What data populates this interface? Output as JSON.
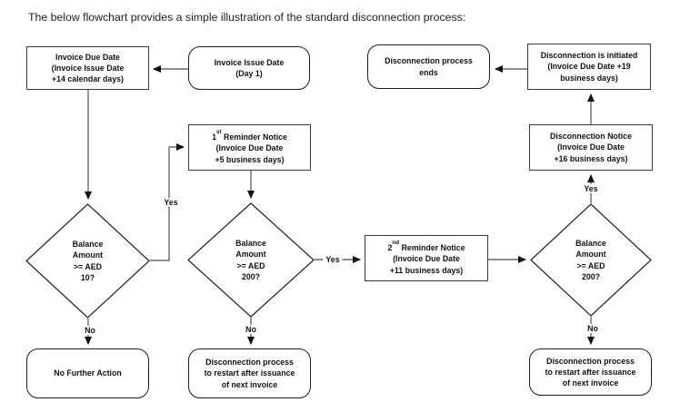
{
  "title": "The below flowchart provides a simple illustration of the standard disconnection process:",
  "labels": {
    "yes": "Yes",
    "no": "No"
  },
  "colors": {
    "box_border": "#3b3b3b",
    "terminal_border": "#1e1e1e",
    "connector_line": "#6a6a6a",
    "arrowhead": "#111111",
    "text": "#111111",
    "background": "#ffffff"
  },
  "nodes": {
    "invoice_due_date": {
      "lines": [
        "Invoice Due Date",
        "(Invoice Issue Date",
        "+14 calendar days)"
      ]
    },
    "invoice_issue_date": {
      "lines": [
        "Invoice Issue Date",
        "(Day 1)"
      ]
    },
    "disconnection_ends": {
      "lines": [
        "Disconnection process",
        "ends"
      ]
    },
    "disconnection_initiated": {
      "lines": [
        "Disconnection is initiated",
        "(Invoice Due Date +19",
        "business days)"
      ]
    },
    "first_reminder": {
      "ordinal": "1",
      "ordinal_suffix": "st",
      "title_rest": " Reminder Notice",
      "lines": [
        "(Invoice Due Date",
        "+5 business days)"
      ]
    },
    "disconnection_notice": {
      "lines": [
        "Disconnection Notice",
        "(Invoice Due Date",
        "+16 business days)"
      ]
    },
    "balance_10": {
      "lines": [
        "Balance",
        "Amount",
        ">= AED",
        "10?"
      ]
    },
    "balance_200_mid": {
      "lines": [
        "Balance",
        "Amount",
        ">= AED",
        "200?"
      ]
    },
    "second_reminder": {
      "ordinal": "2",
      "ordinal_suffix": "nd",
      "title_rest": " Reminder Notice",
      "lines": [
        "(Invoice Due Date",
        "+11 business days)"
      ]
    },
    "balance_200_right": {
      "lines": [
        "Balance",
        "Amount",
        ">= AED",
        "200?"
      ]
    },
    "no_further_action": {
      "lines": [
        "No Further Action"
      ]
    },
    "restart_mid": {
      "lines": [
        "Disconnection process",
        "to restart after issuance",
        "of next invoice"
      ]
    },
    "restart_right": {
      "lines": [
        "Disconnection process",
        "to restart after issuance",
        "of next invoice"
      ]
    }
  }
}
